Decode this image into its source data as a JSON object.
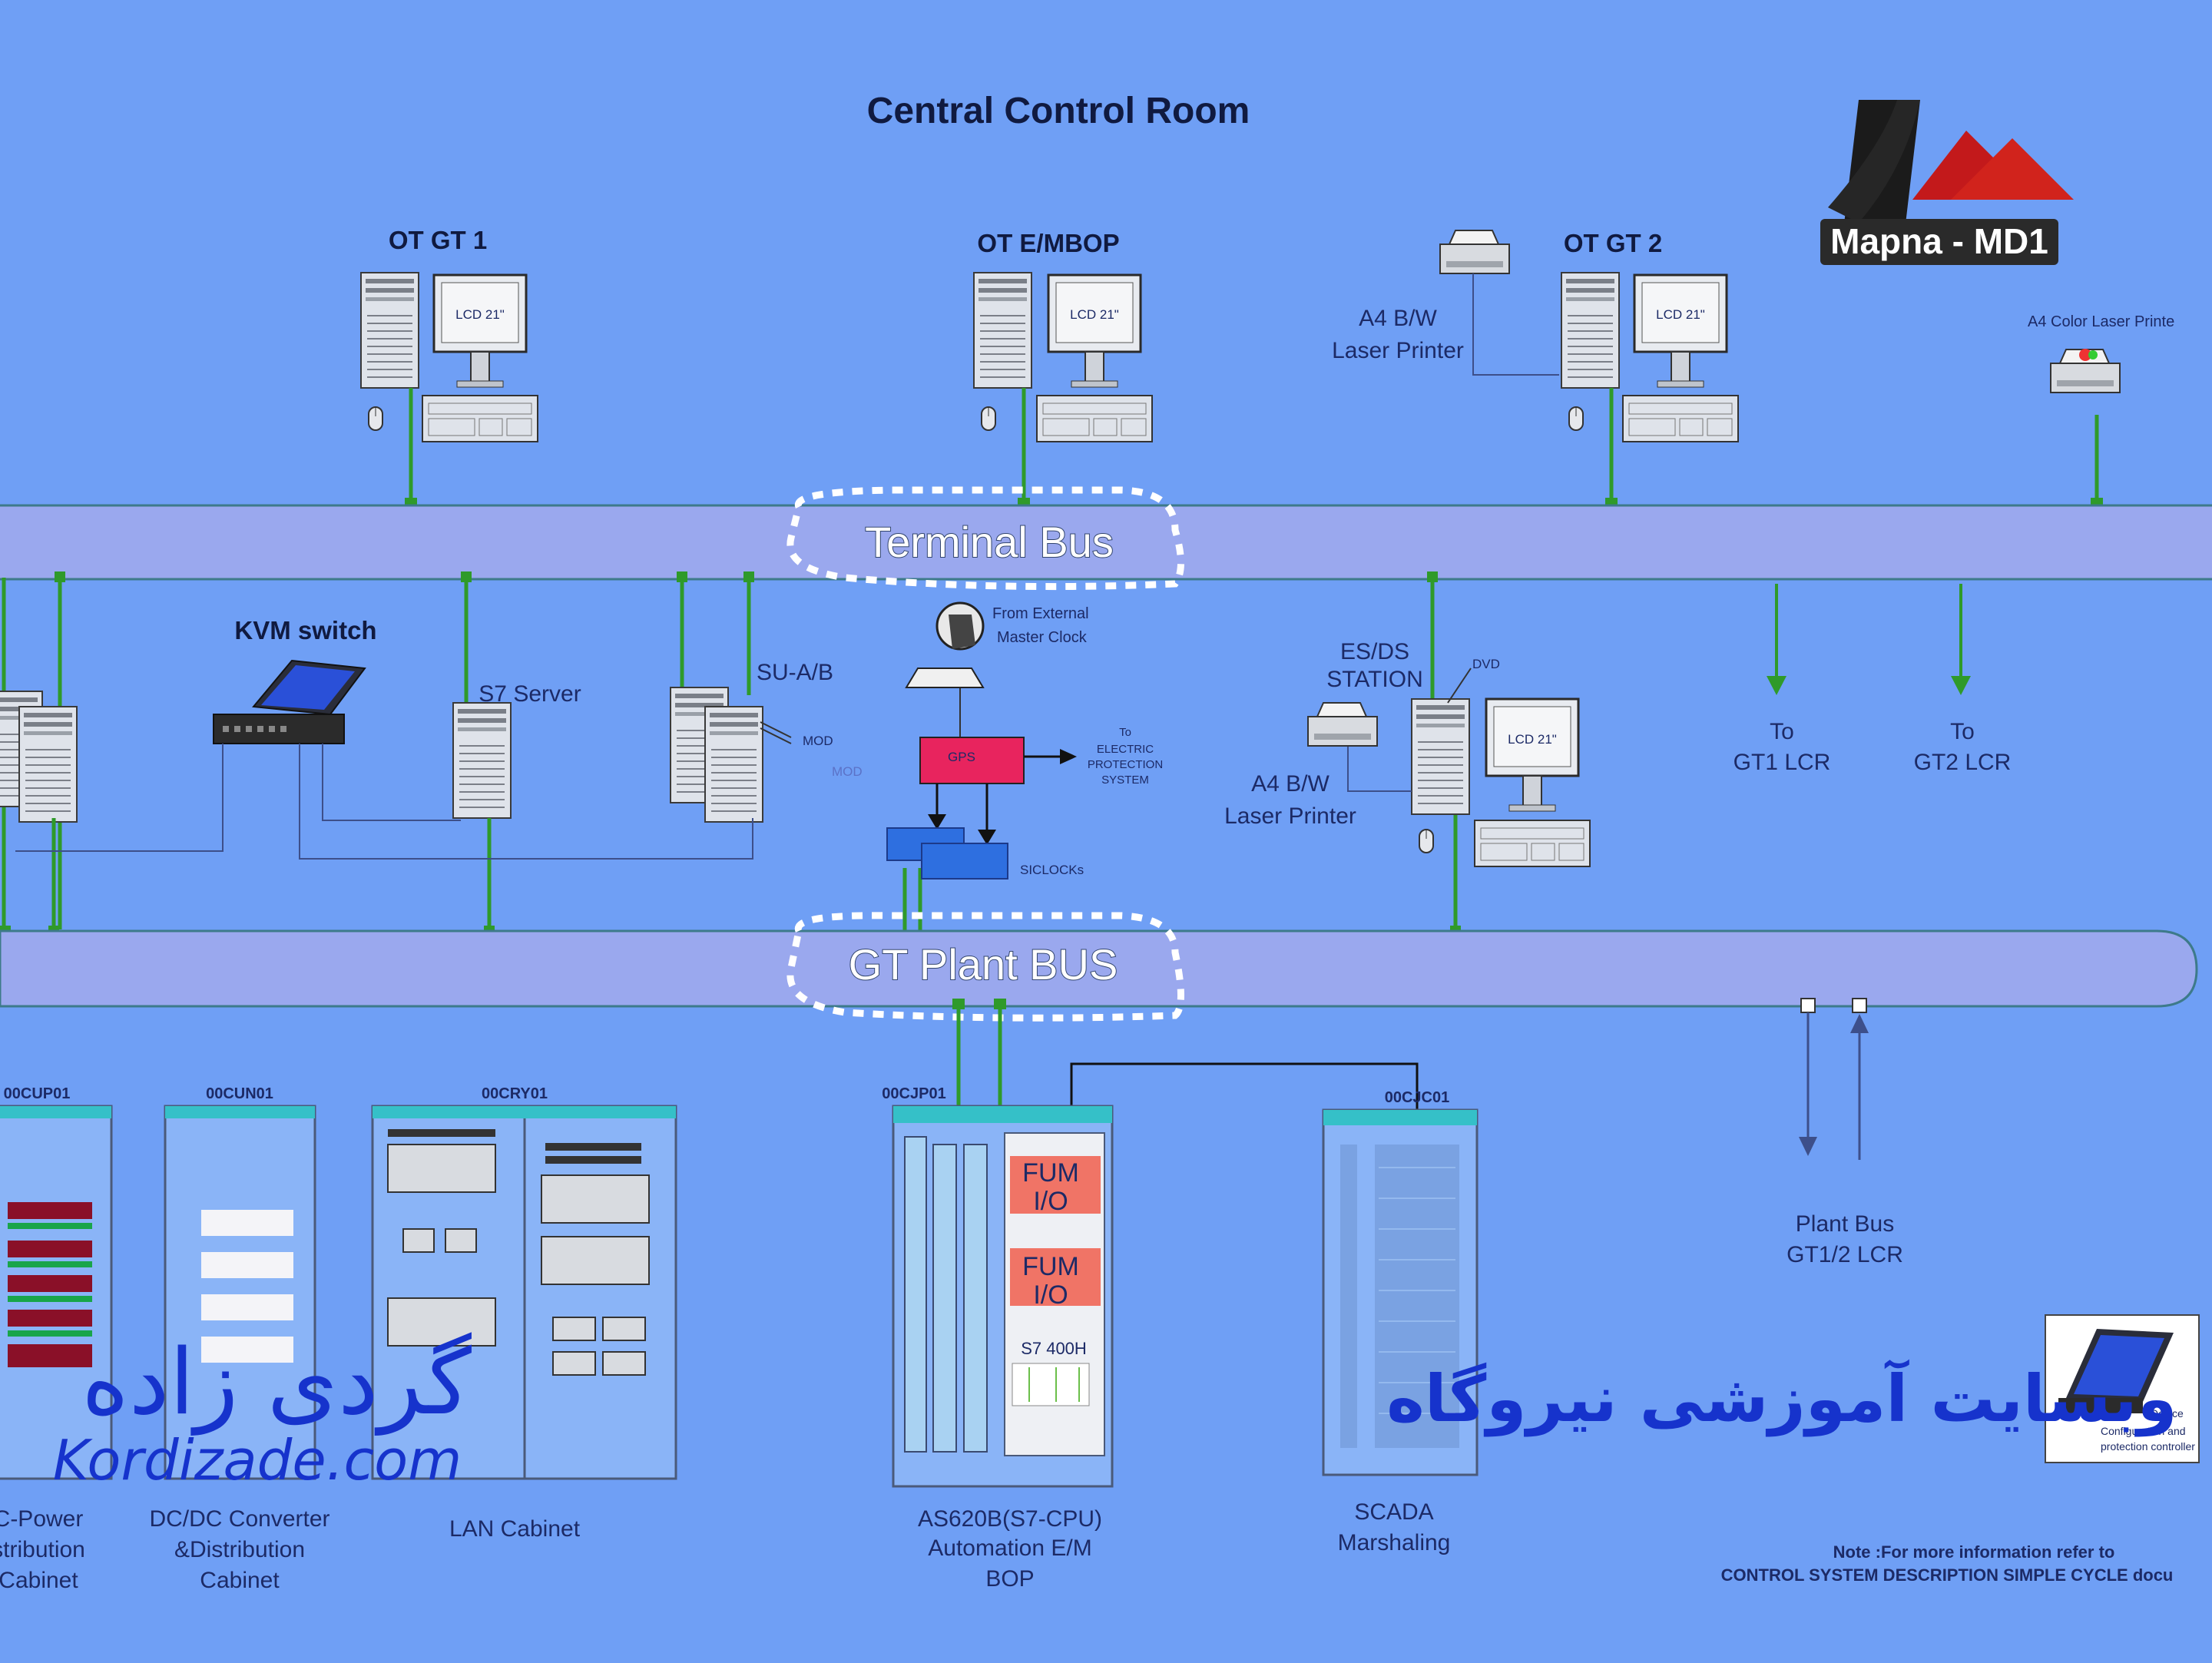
{
  "title": "Central Control Room",
  "logo": {
    "text": "Mapna - MD1"
  },
  "workstations": {
    "ot_gt1": "OT GT 1",
    "ot_embop": "OT E/MBOP",
    "ot_gt2": "OT GT 2",
    "screen_label": "LCD 21\""
  },
  "printers": {
    "a4_bw_line1": "A4 B/W",
    "a4_bw_line2": "Laser Printer",
    "a4_color": "A4 Color Laser Printe"
  },
  "buses": {
    "terminal": "Terminal Bus",
    "plant": "GT Plant BUS"
  },
  "middle": {
    "kvm": "KVM switch",
    "s7_server": "S7 Server",
    "su_ab": "SU-A/B",
    "mod1": "MOD",
    "mod2": "MOD",
    "clock_line1": "From External",
    "clock_line2": "Master Clock",
    "gps": "GPS",
    "epro_line1": "To",
    "epro_line2": "ELECTRIC",
    "epro_line3": "PROTECTION",
    "epro_line4": "SYSTEM",
    "siclocks": "SICLOCKs",
    "esds_line1": "ES/DS",
    "esds_line2": "STATION",
    "dvd": "DVD",
    "a4_line1": "A4 B/W",
    "a4_line2": "Laser Printer",
    "to_gt1_line1": "To",
    "to_gt1_line2": "GT1 LCR",
    "to_gt2_line1": "To",
    "to_gt2_line2": "GT2 LCR"
  },
  "cabinets": {
    "cup_code": "00CUP01",
    "cup_line1": "C-Power",
    "cup_line2": "stribution",
    "cup_line3": "Cabinet",
    "cun_code": "00CUN01",
    "cun_line1": "DC/DC Converter",
    "cun_line2": "&Distribution",
    "cun_line3": "Cabinet",
    "cry_code": "00CRY01",
    "cry_line1": "LAN Cabinet",
    "cjp_code": "00CJP01",
    "cjp_line1": "AS620B(S7-CPU)",
    "cjp_line2": "Automation E/M",
    "cjp_line3": "BOP",
    "fum1_line1": "FUM",
    "fum1_line2": "I/O",
    "fum2_line1": "FUM",
    "fum2_line2": "I/O",
    "s7400": "S7 400H",
    "cjc_code": "00CJC01",
    "cjc_line1": "SCADA",
    "cjc_line2": "Marshaling"
  },
  "plant_bus_lcr": {
    "line1": "Plant Bus",
    "line2": "GT1/2 LCR"
  },
  "device_box": {
    "line1": "Device",
    "line2": "Configuration and",
    "line3": "protection controller"
  },
  "watermark": {
    "persian_name": "گردی زاده",
    "url": "Kordizade.com",
    "persian_site": "وبسایت آموزشی نیروگاه"
  },
  "note": {
    "line1": "Note :For more information refer to",
    "line2": "CONTROL SYSTEM DESCRIPTION SIMPLE CYCLE docu"
  },
  "colors": {
    "background": "#6f9ff5",
    "bus_band": "#9aa8ee",
    "connector_green": "#2f9a2a",
    "gps_box": "#e8245e",
    "siclock_box": "#2e6fe0",
    "fum_box": "#f07466",
    "watermark_blue": "#1633cc"
  }
}
